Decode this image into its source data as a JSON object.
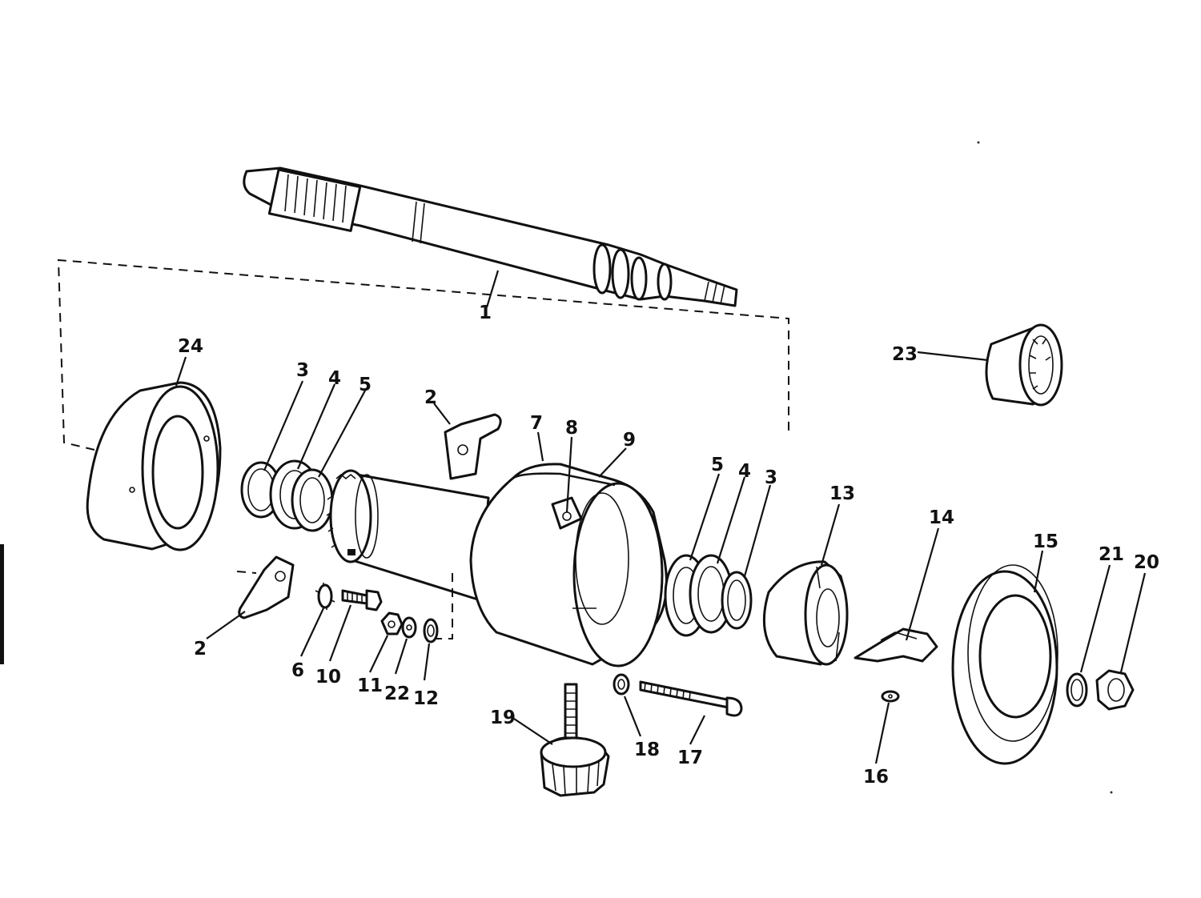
{
  "diagram": {
    "callouts": [
      {
        "id": "c1",
        "text": "1"
      },
      {
        "id": "c24",
        "text": "24"
      },
      {
        "id": "c3a",
        "text": "3"
      },
      {
        "id": "c4a",
        "text": "4"
      },
      {
        "id": "c5a",
        "text": "5"
      },
      {
        "id": "c2a",
        "text": "2"
      },
      {
        "id": "c7",
        "text": "7"
      },
      {
        "id": "c8",
        "text": "8"
      },
      {
        "id": "c9",
        "text": "9"
      },
      {
        "id": "c5b",
        "text": "5"
      },
      {
        "id": "c4b",
        "text": "4"
      },
      {
        "id": "c3b",
        "text": "3"
      },
      {
        "id": "c13",
        "text": "13"
      },
      {
        "id": "c14",
        "text": "14"
      },
      {
        "id": "c15",
        "text": "15"
      },
      {
        "id": "c21",
        "text": "21"
      },
      {
        "id": "c20",
        "text": "20"
      },
      {
        "id": "c23",
        "text": "23"
      },
      {
        "id": "c2b",
        "text": "2"
      },
      {
        "id": "c6",
        "text": "6"
      },
      {
        "id": "c10",
        "text": "10"
      },
      {
        "id": "c11",
        "text": "11"
      },
      {
        "id": "c22",
        "text": "22"
      },
      {
        "id": "c12",
        "text": "12"
      },
      {
        "id": "c19",
        "text": "19"
      },
      {
        "id": "c18",
        "text": "18"
      },
      {
        "id": "c17",
        "text": "17"
      },
      {
        "id": "c16",
        "text": "16"
      }
    ]
  }
}
